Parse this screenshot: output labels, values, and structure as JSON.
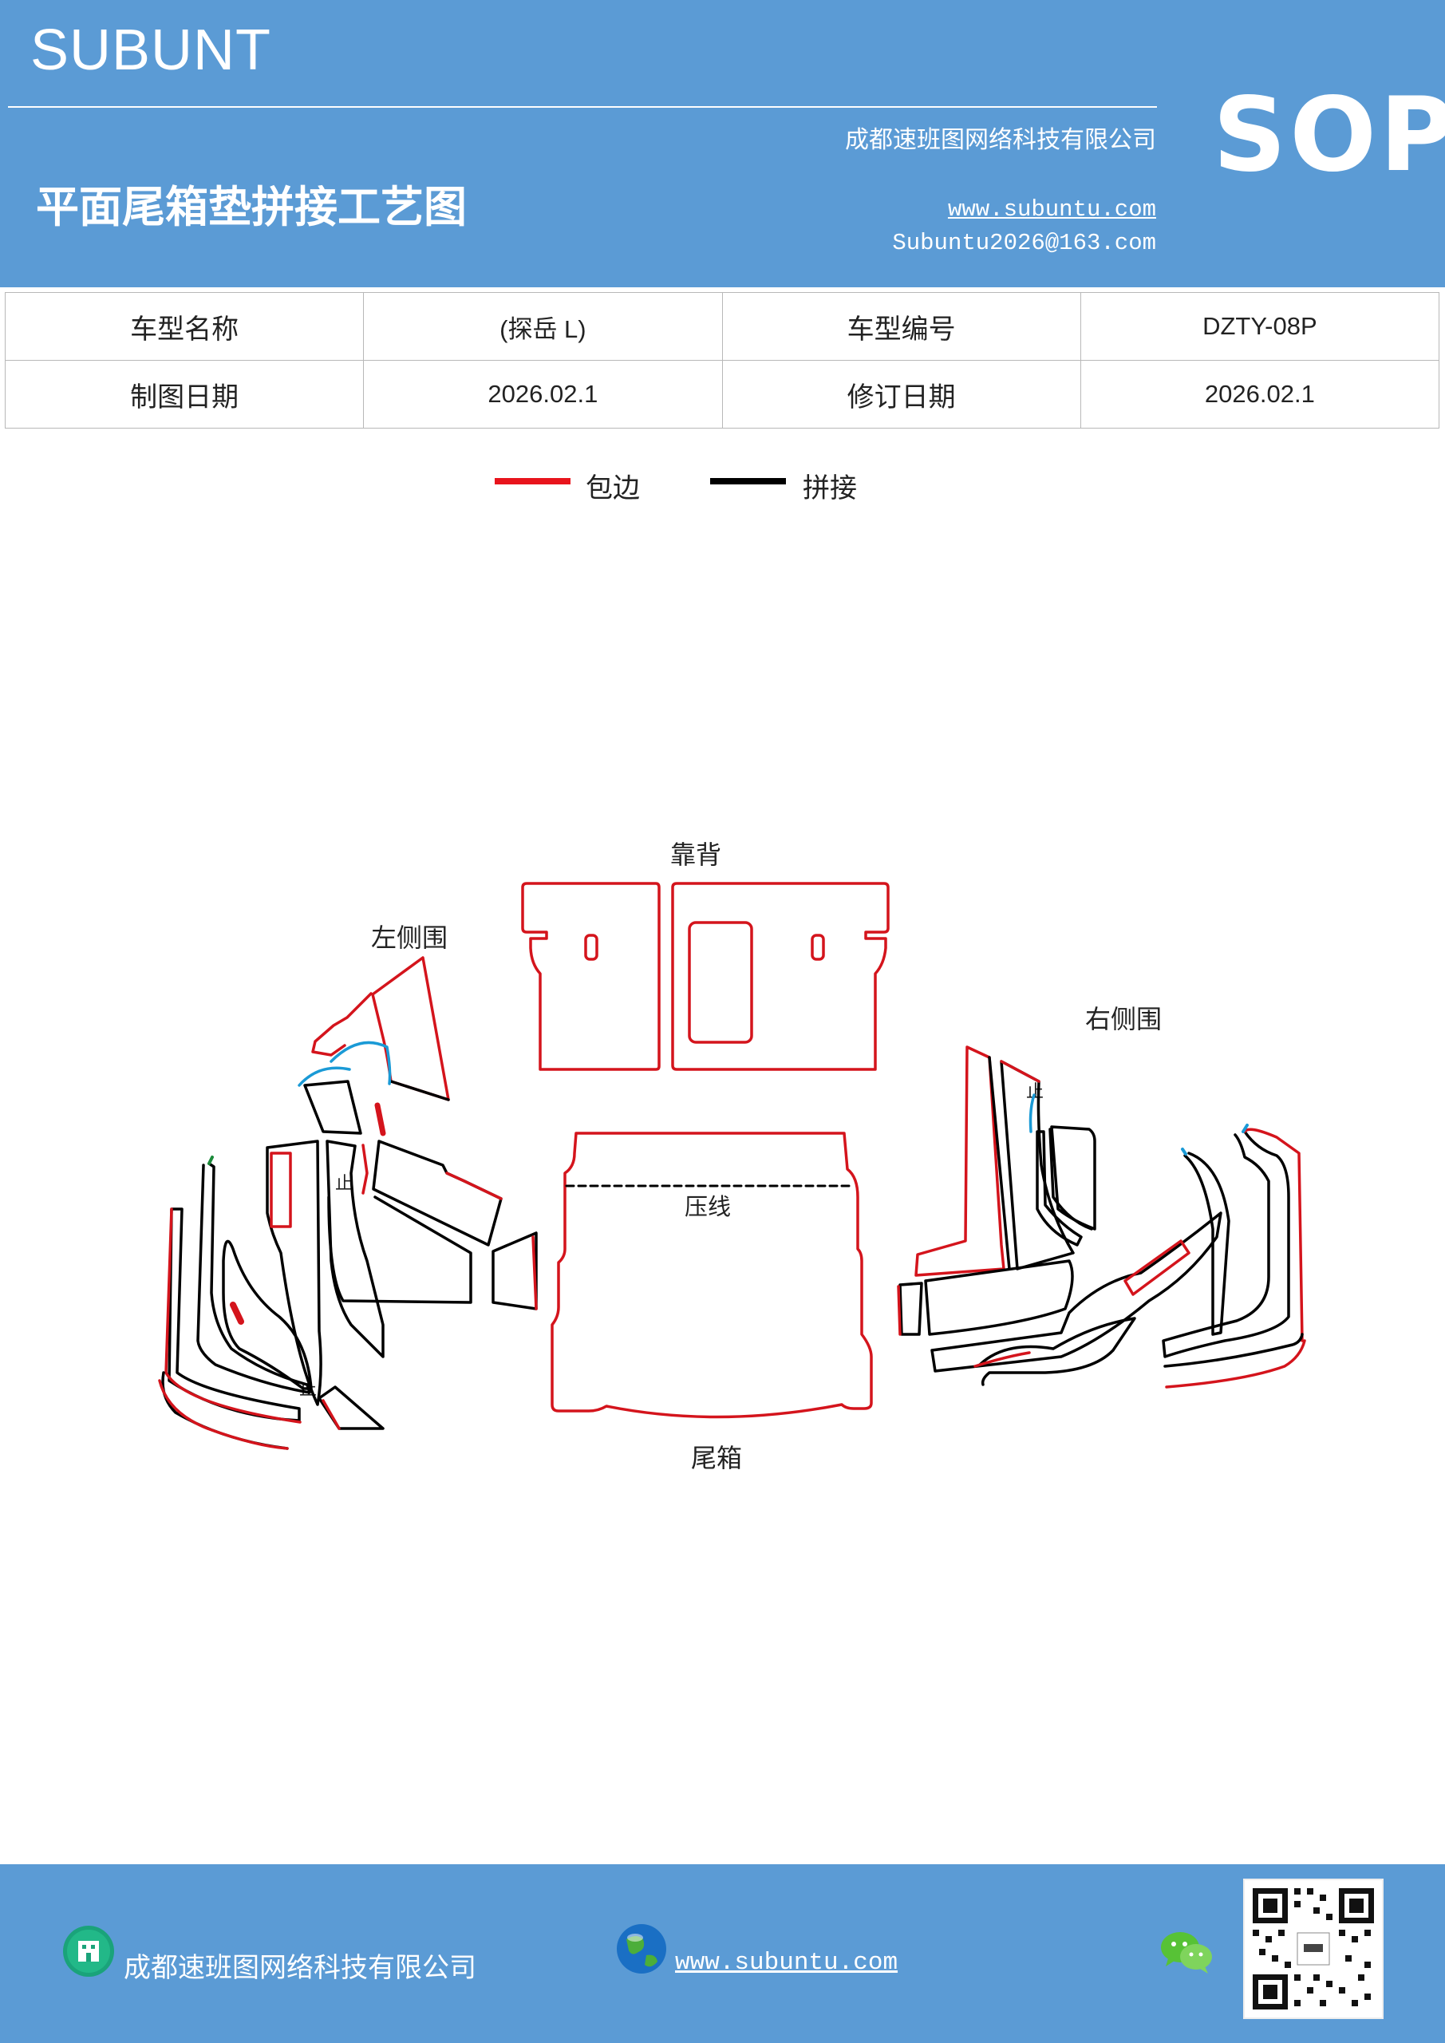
{
  "header": {
    "brand": "SUBUNT",
    "company": "成都速班图网络科技有限公司",
    "title": "平面尾箱垫拼接工艺图",
    "website": "www.subuntu.com",
    "email": "Subuntu2026@163.com",
    "badge": "SOP"
  },
  "info_table": {
    "rows": [
      [
        "车型名称",
        "(探岳 L)",
        "车型编号",
        "DZTY-08P"
      ],
      [
        "制图日期",
        "2026.02.1",
        "修订日期",
        "2026.02.1"
      ]
    ]
  },
  "legend": {
    "items": [
      {
        "label": "包边",
        "color": "#e8141c"
      },
      {
        "label": "拼接",
        "color": "#000000"
      }
    ]
  },
  "diagram": {
    "labels": {
      "backrest": "靠背",
      "left_side": "左侧围",
      "right_side": "右侧围",
      "trunk": "尾箱",
      "press_line": "压线",
      "mark_left": "止",
      "mark_left2": "止",
      "mark_right": "止"
    },
    "colors": {
      "edge": "#d4141c",
      "seam": "#000000",
      "accent": "#1a9ad6"
    }
  },
  "footer": {
    "company": "成都速班图网络科技有限公司",
    "website": "www.subuntu.com"
  }
}
